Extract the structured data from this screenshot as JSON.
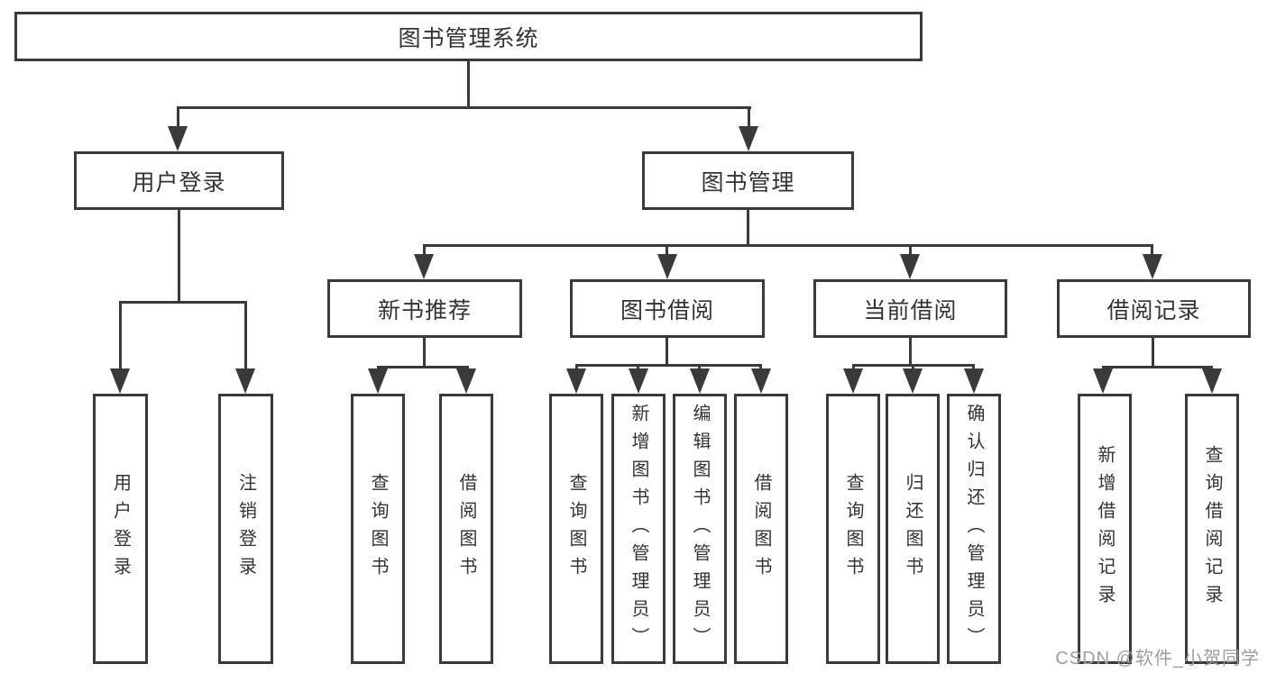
{
  "diagram": {
    "root": "图书管理系统",
    "level2": [
      "用户登录",
      "图书管理"
    ],
    "level3": [
      "新书推荐",
      "图书借阅",
      "当前借阅",
      "借阅记录"
    ],
    "leaves": [
      "用户登录",
      "注销登录",
      "查询图书",
      "借阅图书",
      "查询图书",
      "新增图书（管理员）",
      "编辑图书（管理员）",
      "借阅图书",
      "查询图书",
      "归还图书",
      "确认归还（管理员）",
      "新增借阅记录",
      "查询借阅记录"
    ]
  },
  "watermark": "CSDN @软件_小贺同学",
  "colors": {
    "line": "#3a3a3a",
    "text": "#333333",
    "background": "#ffffff",
    "watermark": "#9e9e9e"
  }
}
